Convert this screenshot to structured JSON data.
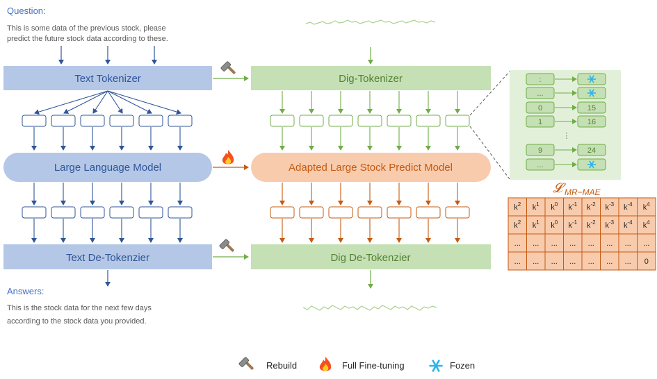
{
  "question": {
    "heading": "Question:",
    "line1": "This is some data of the previous stock, please",
    "line2": "predict the future stock data according to these."
  },
  "answers": {
    "heading": "Answers:",
    "line1": "This is the stock data for the next few days",
    "line2": "according to the stock data you provided."
  },
  "left": {
    "tokenizer": "Text Tokenizer",
    "llm": "Large Language Model",
    "detokenizer": "Text De-Tokenzier"
  },
  "right": {
    "tokenizer": "Dig-Tokenizer",
    "model": "Adapted Large Stock Predict Model",
    "detokenizer": "Dig De-Tokenzier"
  },
  "vocab": {
    "rows": [
      {
        "key": ":",
        "value": "",
        "value_icon": "snowflake-icon"
      },
      {
        "key": "...",
        "value": "",
        "value_icon": "snowflake-icon"
      },
      {
        "key": "0",
        "value": "15",
        "value_icon": ""
      },
      {
        "key": "1",
        "value": "16",
        "value_icon": ""
      },
      {
        "key": "9",
        "value": "24",
        "value_icon": ""
      },
      {
        "key": "...",
        "value": "",
        "value_icon": "snowflake-icon"
      }
    ],
    "ellipsis": "⋮"
  },
  "loss": {
    "label": "𝓛",
    "subscript": "MR−MAE",
    "grid": [
      [
        "k2",
        "k1",
        "k0",
        "k-1",
        "k-2",
        "k-3",
        "k-4",
        "k4"
      ],
      [
        "k2",
        "k1",
        "k0",
        "k-1",
        "k-2",
        "k-3",
        "k-4",
        "k4"
      ],
      [
        "...",
        "...",
        "...",
        "...",
        "...",
        "...",
        "...",
        "..."
      ],
      [
        "...",
        "...",
        "...",
        "...",
        "...",
        "...",
        "...",
        "0"
      ]
    ]
  },
  "legend": {
    "rebuild": "Rebuild",
    "finetune": "Full Fine-tuning",
    "frozen": "Fozen"
  },
  "colors": {
    "blue_box": "#b4c7e7",
    "blue_text": "#2f5597",
    "green_box": "#c5e0b4",
    "green_text": "#548235",
    "green_arrow": "#70ad47",
    "orange_box": "#f8cbad",
    "orange_text": "#c55a11",
    "orange_arrow": "#c55a11",
    "vocab_panel": "#e2f0d9"
  }
}
